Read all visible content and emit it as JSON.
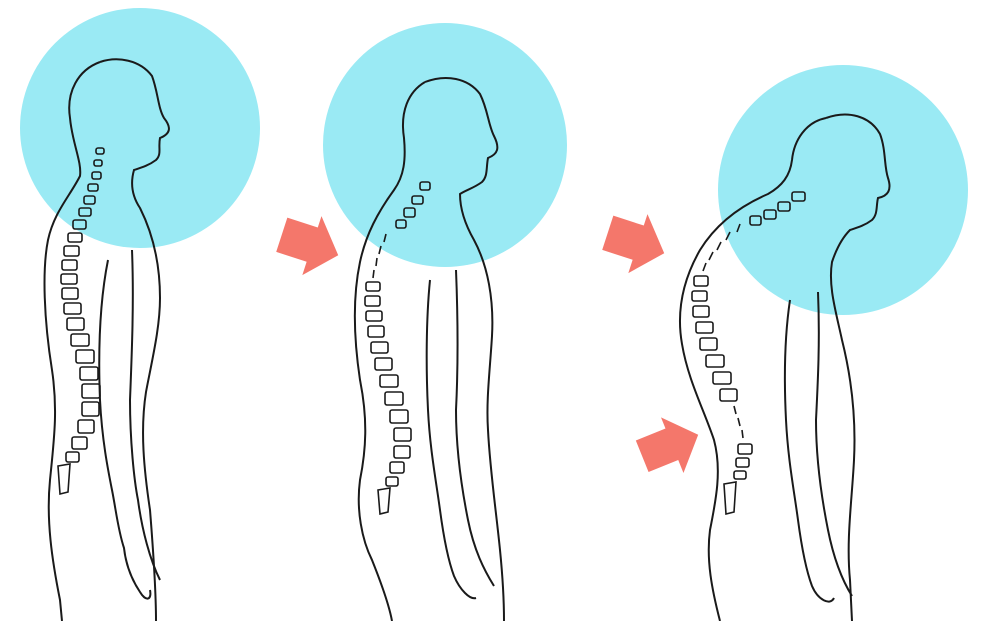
{
  "figure": {
    "panels": [
      {
        "name": "normal-posture",
        "halo_color": "#9aeaf4"
      },
      {
        "name": "forward-head-posture",
        "halo_color": "#9aeaf4"
      },
      {
        "name": "hunched-posture",
        "halo_color": "#9aeaf4"
      }
    ],
    "colors": {
      "outline": "#1a1a1a",
      "halo": "#9aeaf4",
      "arrow": "#f4776b",
      "background": "#ffffff"
    },
    "icons": [
      "arrow-right-down-icon"
    ]
  }
}
